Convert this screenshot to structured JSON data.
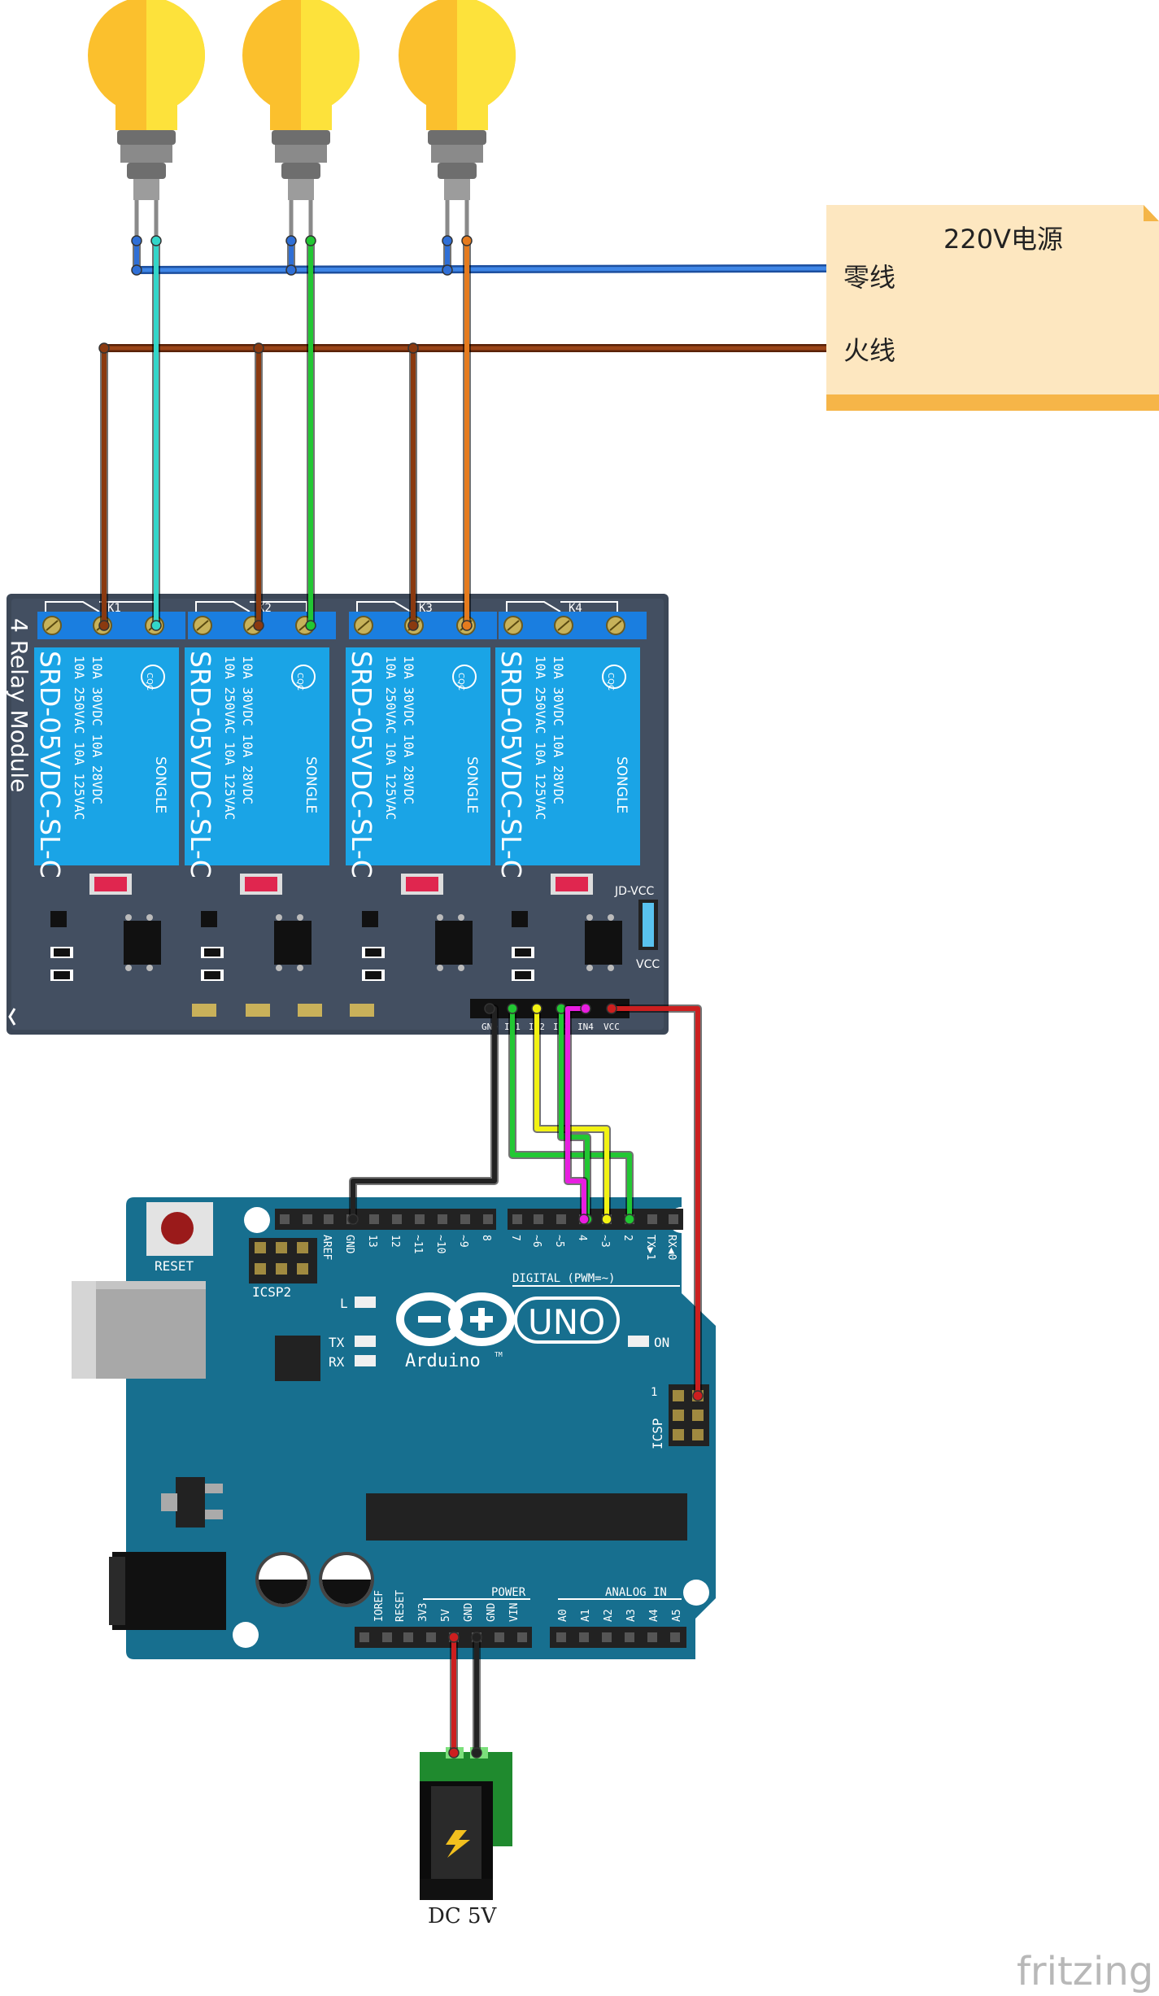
{
  "power_note": {
    "title": "220V电源",
    "neutral_label": "零线",
    "live_label": "火线"
  },
  "relay_module": {
    "side_label": "4 Relay Module",
    "terminal_labels": [
      "K1",
      "K2",
      "K3",
      "K4"
    ],
    "relays": [
      {
        "model": "SRD-05VDC-SL-C",
        "rating_1": "10A 250VAC  10A 125VAC",
        "rating_2": "10A  30VDC  10A  28VDC",
        "brand": "SONGLE",
        "cert": "CQC"
      },
      {
        "model": "SRD-05VDC-SL-C",
        "rating_1": "10A 250VAC  10A 125VAC",
        "rating_2": "10A  30VDC  10A  28VDC",
        "brand": "SONGLE",
        "cert": "CQC"
      },
      {
        "model": "SRD-05VDC-SL-C",
        "rating_1": "10A 250VAC  10A 125VAC",
        "rating_2": "10A  30VDC  10A  28VDC",
        "brand": "SONGLE",
        "cert": "CQC"
      },
      {
        "model": "SRD-05VDC-SL-C",
        "rating_1": "10A 250VAC  10A 125VAC",
        "rating_2": "10A  30VDC  10A  28VDC",
        "brand": "SONGLE",
        "cert": "CQC"
      }
    ],
    "jd_vcc_label": "JD-VCC",
    "vcc_label": "VCC",
    "input_pins": [
      "GND",
      "IN1",
      "IN2",
      "IN3",
      "IN4",
      "VCC"
    ]
  },
  "arduino": {
    "reset_label": "RESET",
    "icsp2_label": "ICSP2",
    "l_label": "L",
    "tx_label": "TX",
    "rx_label": "RX",
    "on_label": "ON",
    "icsp_label": "ICSP",
    "icsp_pin1": "1",
    "uno_label": "UNO",
    "brand_label": "Arduino",
    "tm": "TM",
    "digital_label": "DIGITAL (PWM=~)",
    "top_pins_left": [
      "AREF",
      "GND",
      "13",
      "12",
      "~11",
      "~10",
      "~9",
      "8"
    ],
    "top_pins_right": [
      "7",
      "~6",
      "~5",
      "4",
      "~3",
      "2",
      "TX▶1",
      "RX◀0"
    ],
    "power_label": "POWER",
    "analog_label": "ANALOG IN",
    "power_pins": [
      "IOREF",
      "RESET",
      "3V3",
      "5V",
      "GND",
      "GND",
      "VIN"
    ],
    "analog_pins": [
      "A0",
      "A1",
      "A2",
      "A3",
      "A4",
      "A5"
    ]
  },
  "dc_jack": {
    "label": "DC  5V"
  },
  "watermark": "fritzing",
  "colors": {
    "neutral_wire": "#2f6fd6",
    "live_wire": "#8a3a10",
    "wire_k1": "#33d6c9",
    "wire_k2": "#22c733",
    "wire_k3": "#e57b1e",
    "gnd_wire": "#222222",
    "vcc_wire": "#cc1f1f",
    "in1_wire": "#22c733",
    "in2_wire": "#f2f213",
    "in3_wire": "#22c733",
    "in4_wire": "#e81ee0",
    "board_blue": "#17708f",
    "relay_blue": "#1aa4e6",
    "module_gray": "#3f4a5c",
    "note_fill": "#fde7c0"
  }
}
